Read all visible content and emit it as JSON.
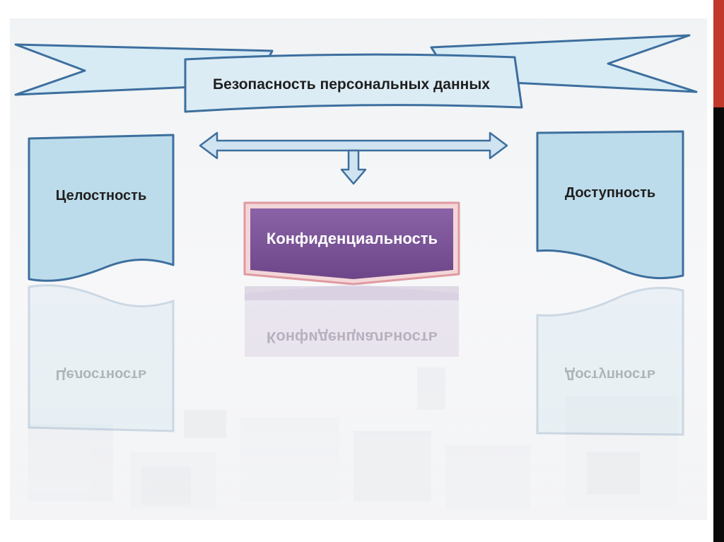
{
  "diagram": {
    "title": "Безопасность персональных данных",
    "left_box": "Целостность",
    "right_box": "Доступность",
    "center_box": "Конфиденциальность"
  },
  "colors": {
    "banner_fill": "#d7ebf5",
    "box_fill": "#bddceb",
    "outline": "#3d6f9e",
    "center_fill": "#7a5294",
    "center_border": "#e09aa0",
    "accent_red": "#c0392b",
    "accent_black": "#0a0a0a"
  }
}
